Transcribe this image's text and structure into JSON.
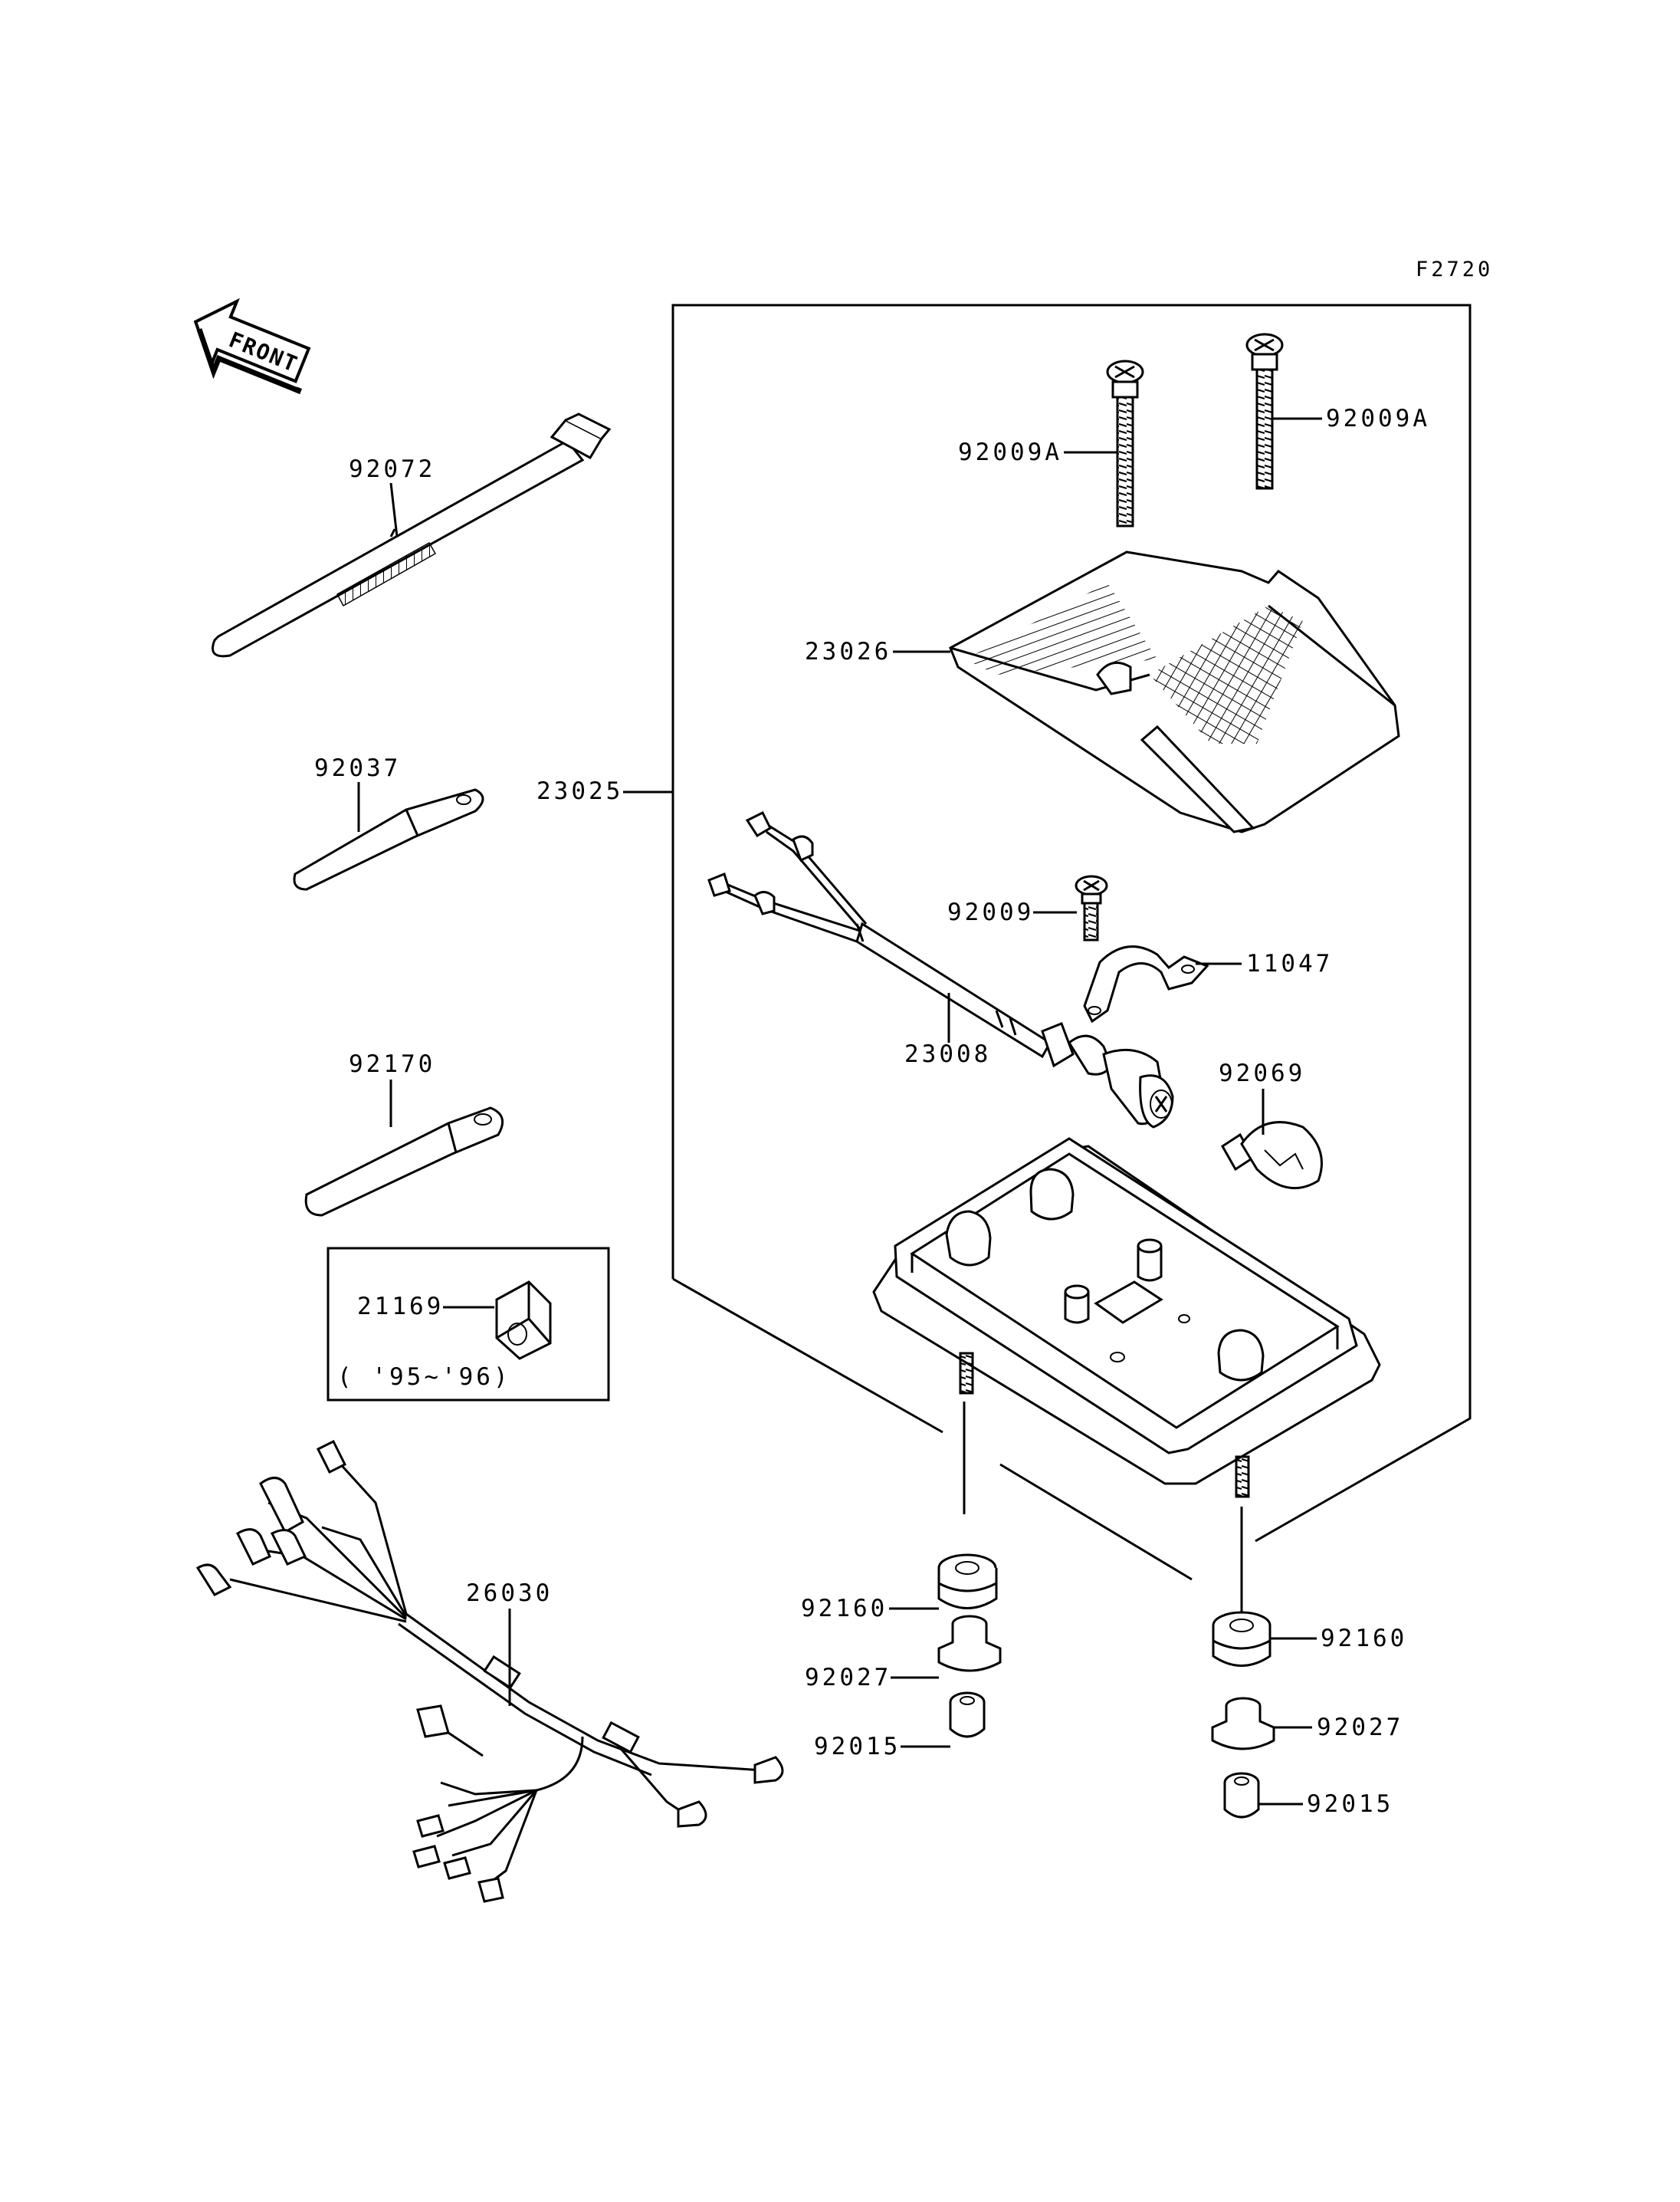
{
  "figure_code": "F2720",
  "front_label": "FRONT",
  "note_text": "( '95~'96)",
  "colors": {
    "ink": "#000000",
    "paper": "#ffffff"
  },
  "parts": [
    {
      "id": "p92072",
      "number": "92072"
    },
    {
      "id": "p92037",
      "number": "92037"
    },
    {
      "id": "p92170",
      "number": "92170"
    },
    {
      "id": "p21169",
      "number": "21169"
    },
    {
      "id": "p26030",
      "number": "26030"
    },
    {
      "id": "p23025",
      "number": "23025"
    },
    {
      "id": "p92009A_left",
      "number": "92009A"
    },
    {
      "id": "p92009A_right",
      "number": "92009A"
    },
    {
      "id": "p23026",
      "number": "23026"
    },
    {
      "id": "p92009",
      "number": "92009"
    },
    {
      "id": "p11047",
      "number": "11047"
    },
    {
      "id": "p23008",
      "number": "23008"
    },
    {
      "id": "p92069",
      "number": "92069"
    },
    {
      "id": "p92160_left",
      "number": "92160"
    },
    {
      "id": "p92027_left",
      "number": "92027"
    },
    {
      "id": "p92015_left",
      "number": "92015"
    },
    {
      "id": "p92160_right",
      "number": "92160"
    },
    {
      "id": "p92027_right",
      "number": "92027"
    },
    {
      "id": "p92015_right",
      "number": "92015"
    }
  ]
}
